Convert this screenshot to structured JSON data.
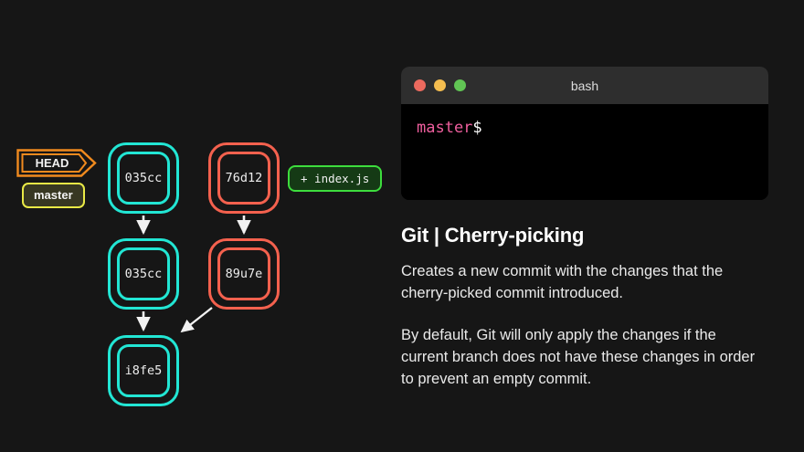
{
  "page": {
    "background": "#161616"
  },
  "git_graph": {
    "head_badge": {
      "label": "HEAD",
      "border_color": "#f08a1e",
      "text_color": "#f1f1f1"
    },
    "master_badge": {
      "label": "master",
      "border_color": "#e9e946",
      "fill_color": "#373722"
    },
    "file_badge": {
      "label": "+ index.js",
      "border_color": "#3ddd3d",
      "fill_color": "#153a15"
    },
    "branch_colors": {
      "current": "#22e6d4",
      "other": "#f4614e"
    },
    "nodes": [
      {
        "id": "035cc-top",
        "label": "035cc",
        "color": "current"
      },
      {
        "id": "035cc-mid",
        "label": "035cc",
        "color": "current"
      },
      {
        "id": "i8fe5",
        "label": "i8fe5",
        "color": "current"
      },
      {
        "id": "76d12",
        "label": "76d12",
        "color": "other"
      },
      {
        "id": "89u7e",
        "label": "89u7e",
        "color": "other"
      }
    ]
  },
  "terminal": {
    "title": "bash",
    "traffic_lights": [
      "close-red",
      "minimize-yellow",
      "maximize-green"
    ],
    "prompt_branch": "master",
    "prompt_sigil": "$",
    "prompt_branch_color": "#ef5f9e",
    "command": ""
  },
  "info": {
    "title": "Git | Cherry-picking",
    "paragraphs": [
      "Creates a new commit with the changes that the cherry-picked commit introduced.",
      "By default, Git will only apply the changes if the current branch does not have these changes in order to prevent an empty commit."
    ]
  }
}
